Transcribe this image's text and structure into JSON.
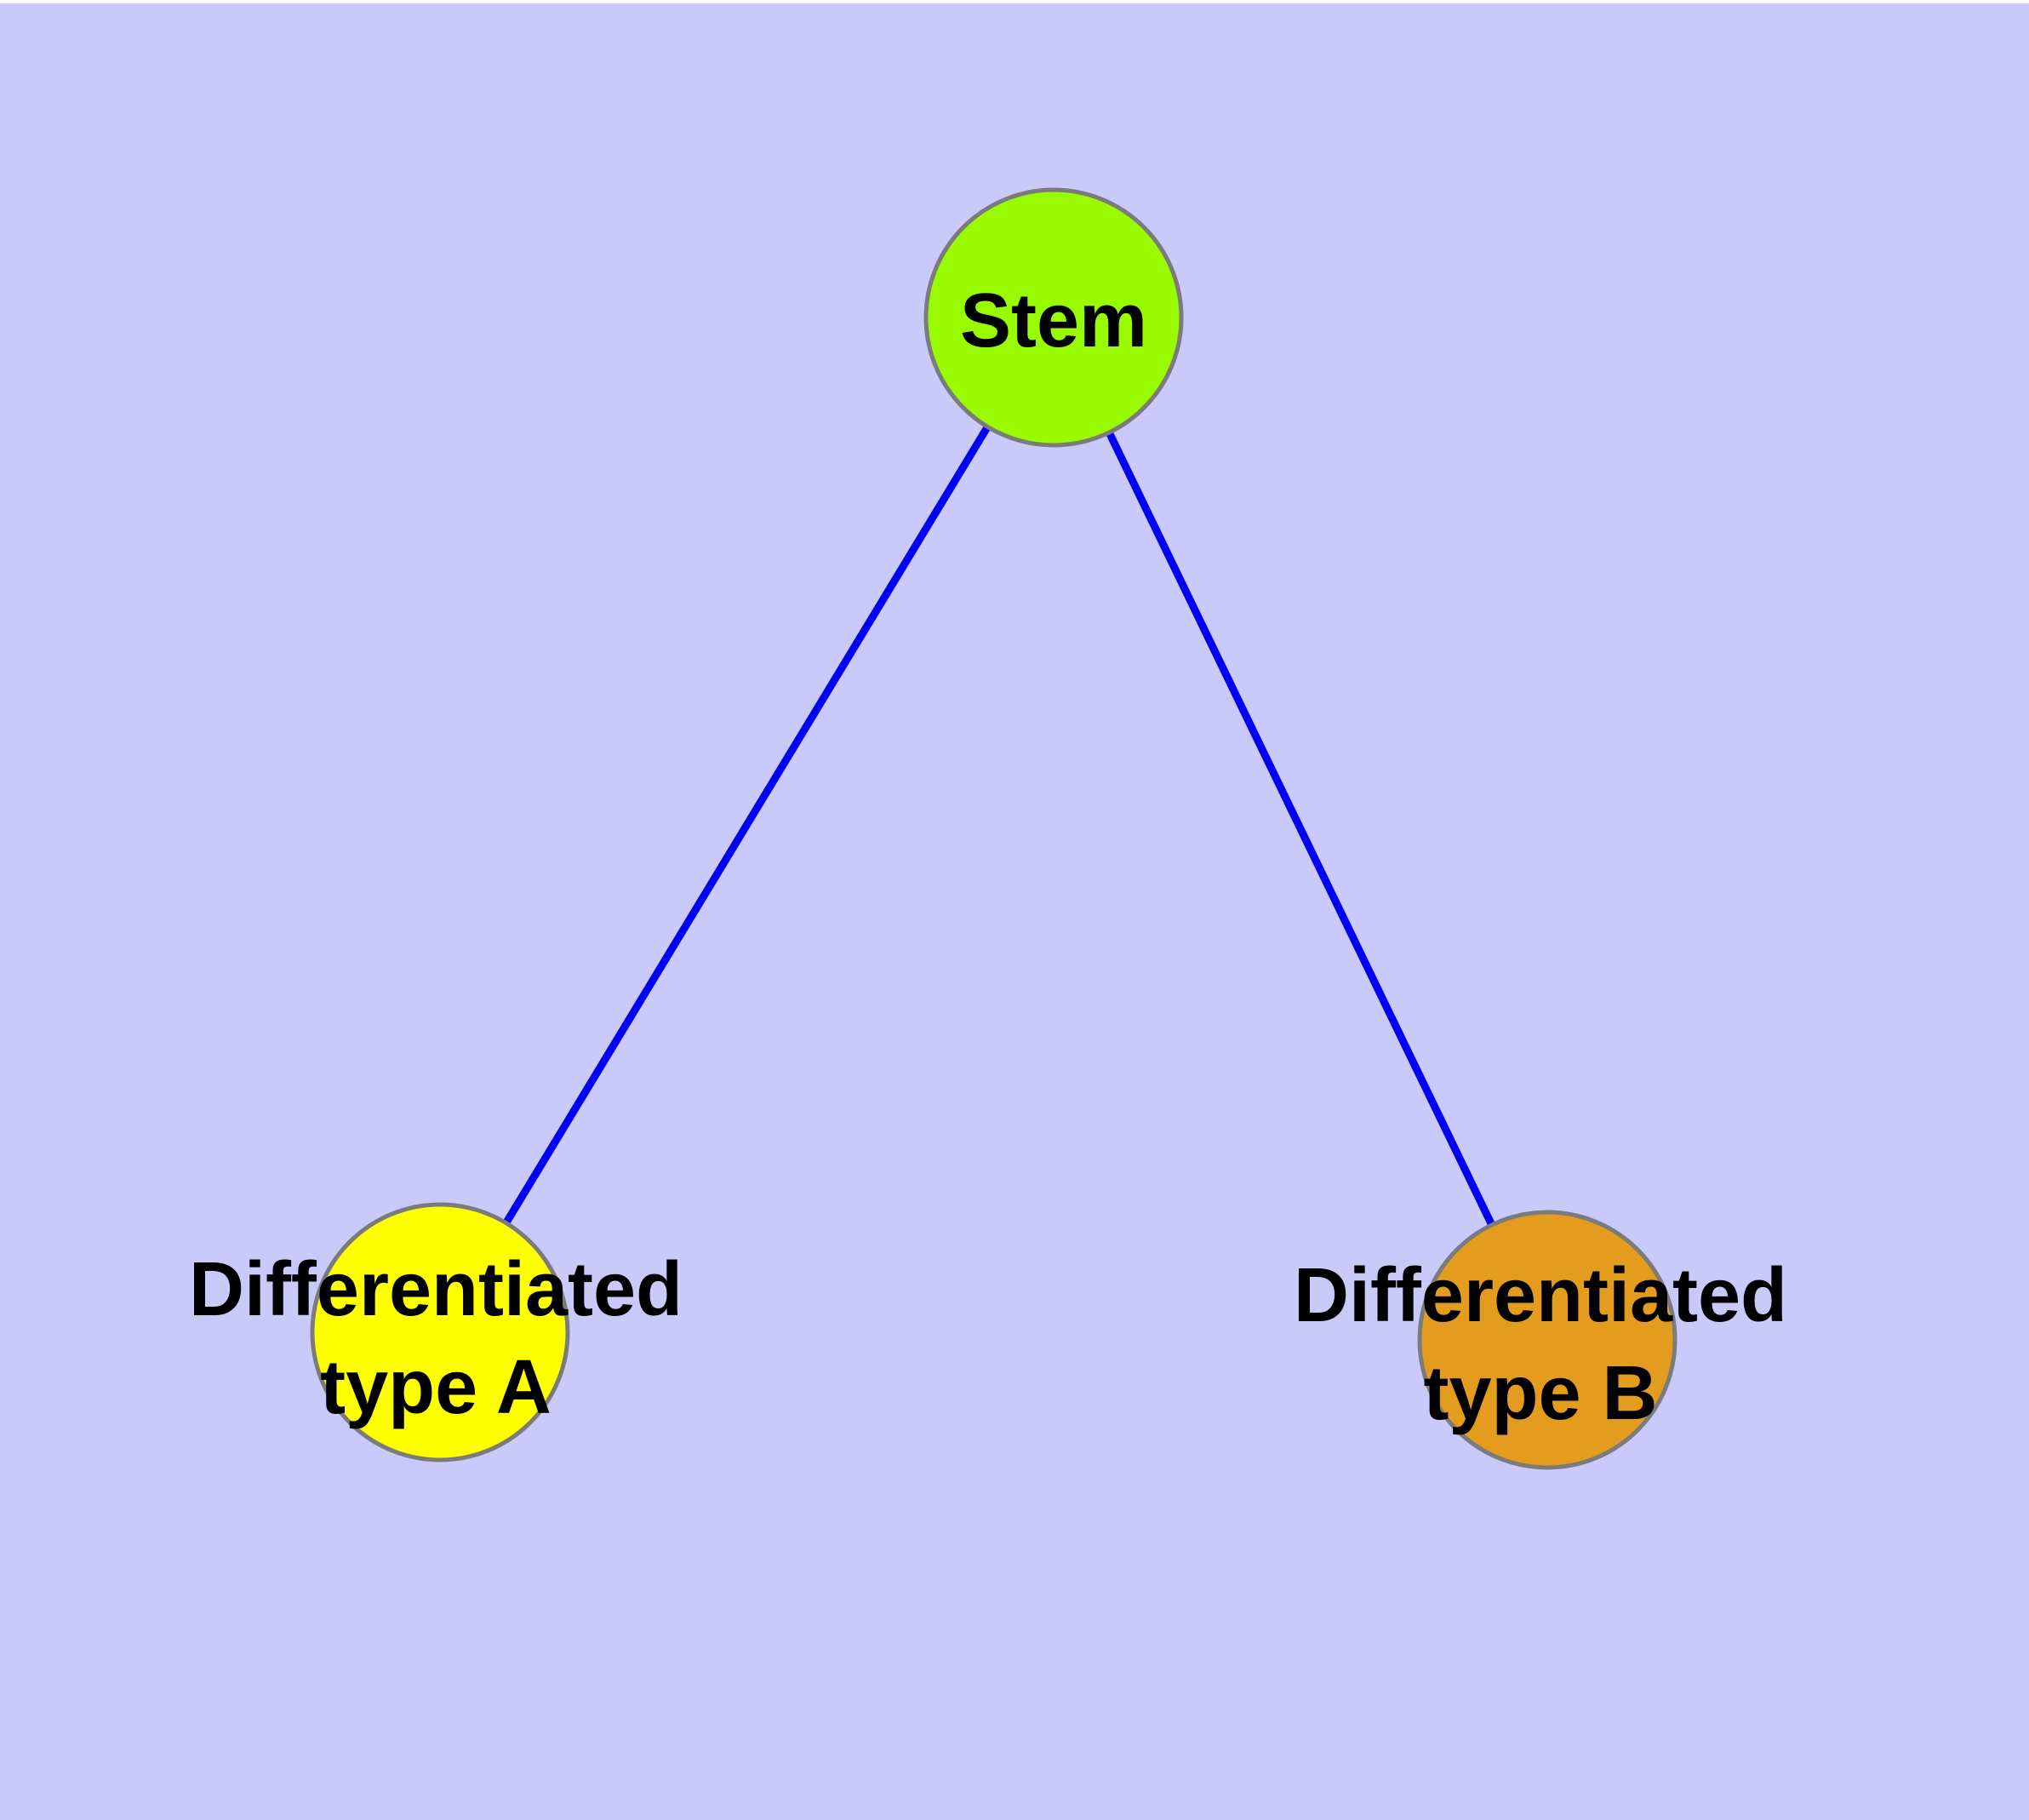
{
  "diagram": {
    "type": "node-link-graph",
    "canvas": {
      "background_color": "#CACAFA",
      "top_margin_color": "#FFFFFF"
    },
    "style": {
      "edge_color": "#0000F5",
      "node_border_color": "#7B7B7B",
      "label_color": "#000000"
    },
    "nodes": [
      {
        "id": "stem",
        "label": "Stem",
        "lines": [
          "Stem"
        ],
        "fill": "#99FB00"
      },
      {
        "id": "differentiated-type-a",
        "label": "Differentiated type A",
        "lines": [
          "Differentiated",
          "type A"
        ],
        "fill": "#FFFF00"
      },
      {
        "id": "differentiated-type-b",
        "label": "Differentiated type B",
        "lines": [
          "Differentiated",
          "type B"
        ],
        "fill": "#E39C1E"
      }
    ],
    "edges": [
      {
        "from": "Stem",
        "to": "Differentiated type A"
      },
      {
        "from": "Stem",
        "to": "Differentiated type B"
      }
    ]
  }
}
